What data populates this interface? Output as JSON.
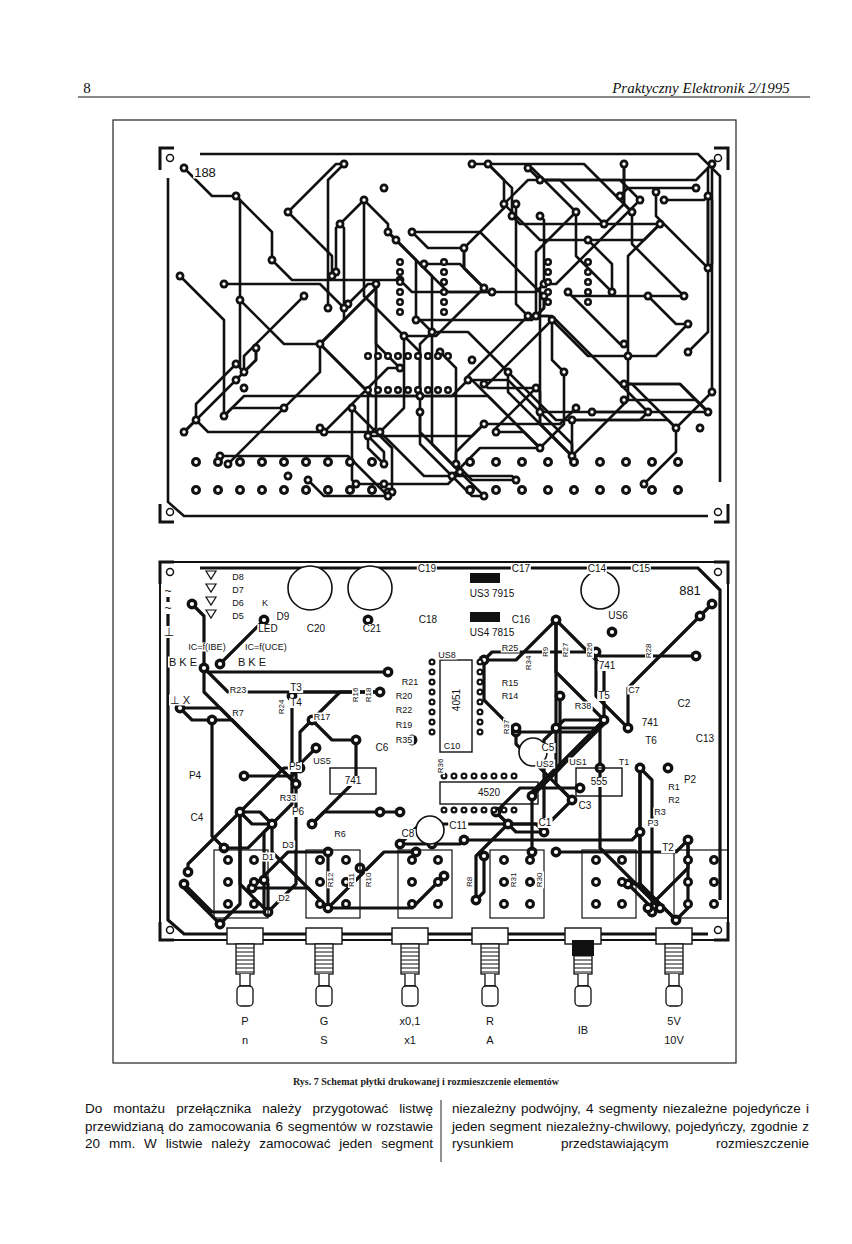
{
  "diagram": {
    "caption": "Rys. 7 Schemat płytki drukowanej i rozmieszczenie elementów",
    "labels": [
      "8",
      "Praktyczny Elektronik 2/1995",
      "Do montażu przełącznika należy przygotować listwę przewidzianą do zamocowania 6 segmentów w rozstawie 20 mm. W listwie należy zamocować jeden segment",
      "niezależny podwójny, 4 segmenty niezależne pojedyńcze i jeden segment niezależny-chwilowy, pojedyńczy, zgodnie z rysunkiem przedstawiającym rozmieszczenie",
      "188",
      "881",
      "D8",
      "D7",
      "D6",
      "D5",
      "K",
      "D9",
      "LED",
      "C20",
      "C21",
      "C19",
      "C17",
      "C14",
      "C15",
      "US3 7915",
      "C18",
      "US4 7815",
      "C16",
      "US6",
      "~",
      "~",
      "⊥",
      "IC=f(IBE)",
      "IC=f(UCE)",
      "B K E",
      "B K E",
      "⊥ X",
      "R23",
      "R7",
      "T3",
      "T4",
      "R24",
      "R17",
      "R16",
      "R18",
      "R21",
      "R20",
      "R22",
      "R19",
      "R35",
      "4051",
      "US8",
      "R25",
      "R34",
      "R9",
      "R27",
      "R26",
      "741",
      "R28",
      "R15",
      "R14",
      "T5",
      "R38",
      "C2",
      "741",
      "T6",
      "C13",
      "R37",
      "C5",
      "C6",
      "C10",
      "P5",
      "P4",
      "US5",
      "741",
      "R36",
      "US2",
      "R33",
      "4520",
      "US1",
      "555",
      "P2",
      "R1",
      "R2",
      "R3",
      "P3",
      "C3",
      "C1",
      "P6",
      "R6",
      "C8",
      "C11",
      "C4",
      "T2",
      "D1",
      "D3",
      "D2",
      "R12",
      "R11",
      "R10",
      "R8",
      "R31",
      "R30",
      "P",
      "n",
      "G",
      "S",
      "x0,1",
      "x1",
      "R",
      "A",
      "IB",
      "5V",
      "10V",
      "T1",
      "C7"
    ]
  }
}
